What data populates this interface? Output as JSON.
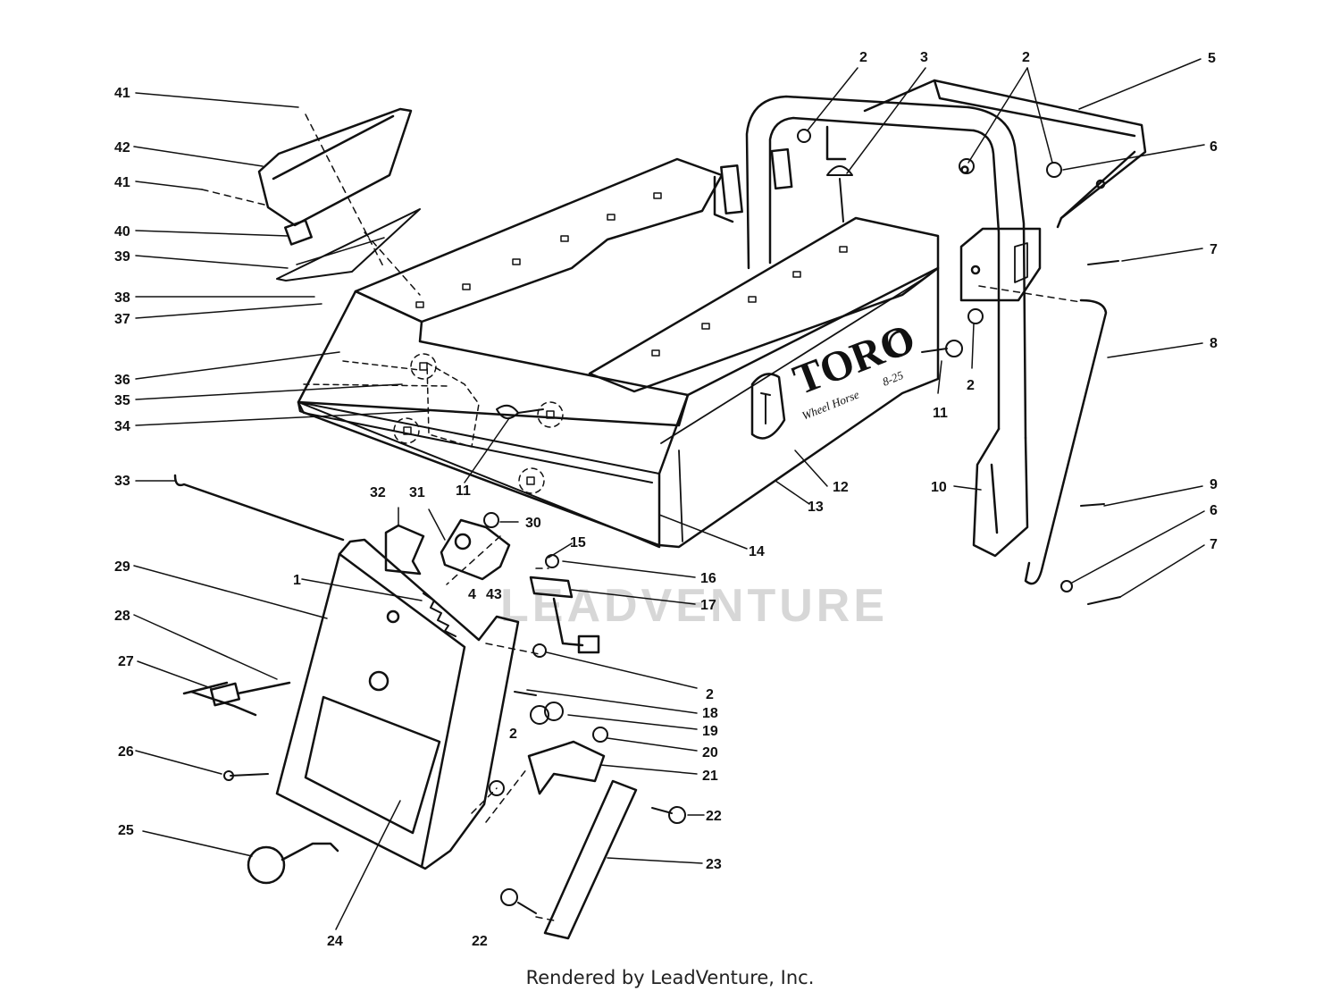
{
  "watermark": {
    "text": "LEADVENTURE"
  },
  "brand": {
    "name": "TORO",
    "model": "Wheel Horse",
    "model_code": "8-25"
  },
  "footer": {
    "text": "Rendered by LeadVenture, Inc."
  },
  "part_labels": {
    "p41_top": "41",
    "p42": "42",
    "p41_mid": "41",
    "p40": "40",
    "p39": "39",
    "p38": "38",
    "p37": "37",
    "p36": "36",
    "p35": "35",
    "p34": "34",
    "p33": "33",
    "p32": "32",
    "p31": "31",
    "p30": "30",
    "p29": "29",
    "p28": "28",
    "p27": "27",
    "p26": "26",
    "p25": "25",
    "p24": "24",
    "p1": "1",
    "p4": "4",
    "p43": "43",
    "p15": "15",
    "p16": "16",
    "p17": "17",
    "p2_mid": "2",
    "p18": "18",
    "p19": "19",
    "p20": "20",
    "p21": "21",
    "p2_low": "2",
    "p22_right": "22",
    "p22_low": "22",
    "p23": "23",
    "p14": "14",
    "p13": "13",
    "p12": "12",
    "p11_front": "11",
    "p11_side": "11",
    "p2_topleft": "2",
    "p3": "3",
    "p2_topright": "2",
    "p5": "5",
    "p6_top": "6",
    "p7_top": "7",
    "p8": "8",
    "p2_side": "2",
    "p9": "9",
    "p10": "10",
    "p6_low": "6",
    "p7_low": "7"
  }
}
